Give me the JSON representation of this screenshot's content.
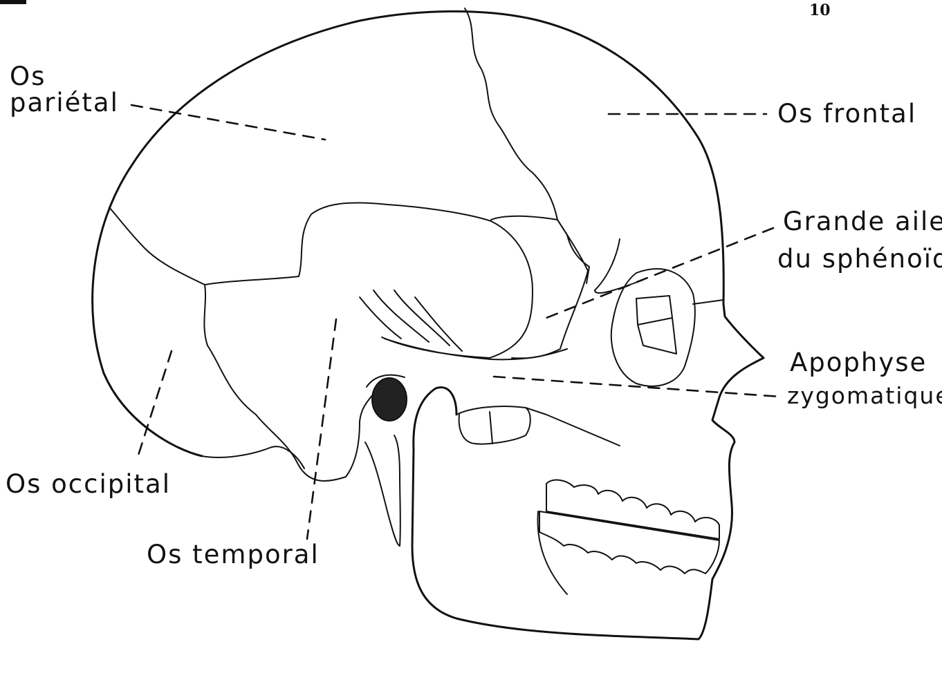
{
  "page_number": "10",
  "labels": {
    "parietal_line1": "Os",
    "parietal_line2": "pariétal",
    "frontal": "Os frontal",
    "sphenoid_line1": "Grande aile",
    "sphenoid_line2": "du sphénoïd",
    "zygomatic_line1": "Apophyse",
    "zygomatic_line2": "zygomatique",
    "occipital": "Os occipital",
    "temporal": "Os temporal"
  }
}
